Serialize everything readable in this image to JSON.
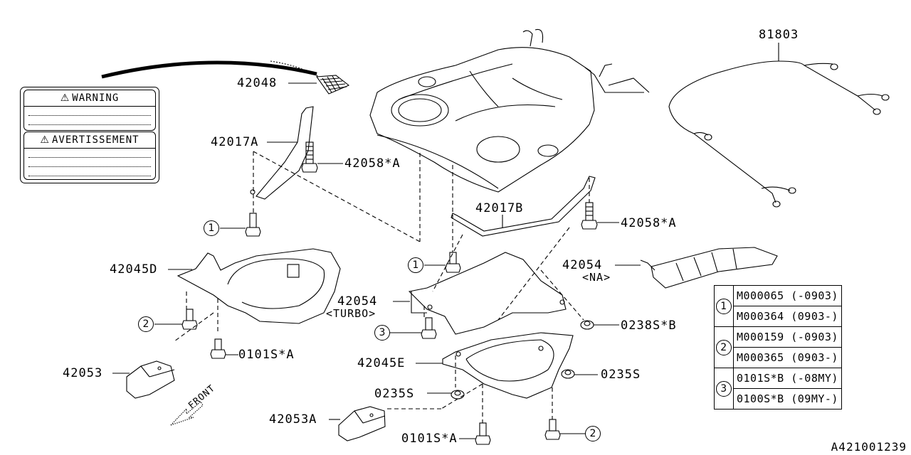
{
  "diagram": {
    "reference_code": "A421001239",
    "front_arrow_label": "FRONT",
    "warning_label": {
      "icon": "warning-triangle-icon",
      "title_en": "WARNING",
      "title_fr": "AVERTISSEMENT"
    },
    "callouts": {
      "p42048": "42048",
      "p42017A": "42017A",
      "p42058A_top": "42058*A",
      "p42058A_right": "42058*A",
      "p42017B": "42017B",
      "p81803": "81803",
      "p42045D": "42045D",
      "p42054_turbo": "42054",
      "p42054_turbo_note": "<TURBO>",
      "p42054_na": "42054",
      "p42054_na_note": "<NA>",
      "p0238SB": "0238S*B",
      "p42045E": "42045E",
      "p0235S_right": "0235S",
      "p0235S_left": "0235S",
      "p0101SA_left": "0101S*A",
      "p0101SA_bottom": "0101S*A",
      "p42053": "42053",
      "p42053A": "42053A"
    },
    "circled_refs": {
      "ref1_a": "1",
      "ref1_b": "1",
      "ref2_a": "2",
      "ref2_b": "2",
      "ref3": "3"
    },
    "legend_table": [
      {
        "ref": "1",
        "rows": [
          "M000065 (-0903)",
          "M000364 (0903-)"
        ]
      },
      {
        "ref": "2",
        "rows": [
          "M000159 (-0903)",
          "M000365 (0903-)"
        ]
      },
      {
        "ref": "3",
        "rows": [
          "0101S*B (-08MY)",
          "0100S*B (09MY-)"
        ]
      }
    ]
  }
}
